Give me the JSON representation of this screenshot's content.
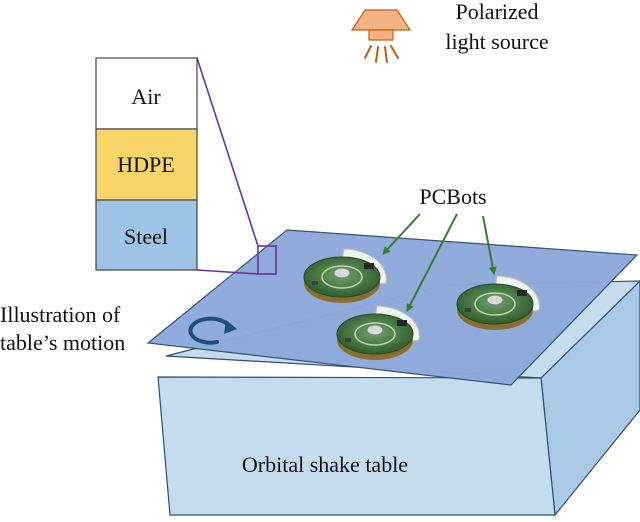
{
  "light_source": {
    "label_line1": "Polarized",
    "label_line2": "light source"
  },
  "layers": {
    "top": "Air",
    "middle": "HDPE",
    "bottom": "Steel"
  },
  "robots": {
    "label": "PCBots",
    "count": 3
  },
  "motion": {
    "label_line1": "Illustration of",
    "label_line2": "table’s motion"
  },
  "table": {
    "label": "Orbital shake table"
  },
  "colors": {
    "air": "#ffffff",
    "hdpe": "#f8d568",
    "steel": "#9dc3e6",
    "plate": "#8eaadb",
    "table_face": "#c5dcef",
    "callout": "#7030a0",
    "arrow": "#3a7d2c",
    "lamp": "#f4b183",
    "rotation_arrow": "#1f4e79"
  },
  "icons": [
    "lamp-icon",
    "light-rays-icon",
    "rotation-arrow-icon",
    "pcbot-icon"
  ]
}
